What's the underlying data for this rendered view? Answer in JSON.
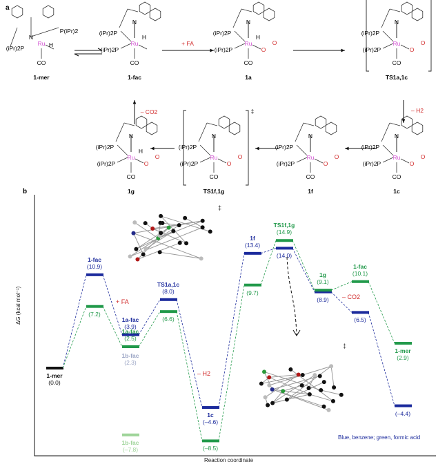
{
  "panel_a": {
    "label": "a",
    "compounds": [
      {
        "id": "1-mer",
        "label": "1-mer"
      },
      {
        "id": "1-fac",
        "label": "1-fac"
      },
      {
        "id": "1a",
        "label": "1a"
      },
      {
        "id": "ts1a1c",
        "label": "TS1a,1c"
      },
      {
        "id": "1c",
        "label": "1c"
      },
      {
        "id": "1f",
        "label": "1f"
      },
      {
        "id": "ts1f1g",
        "label": "TS1f,1g"
      },
      {
        "id": "1g",
        "label": "1g"
      }
    ],
    "arrow_labels": {
      "plus_fa": "+ FA",
      "minus_h2": "– H2",
      "minus_co2": "– CO2"
    },
    "atom_labels": {
      "ru": "Ru",
      "n": "N",
      "p_upper": "(iPr)2P",
      "p_lower": "(iPr)2P",
      "co": "CO",
      "h": "H",
      "o": "O",
      "c": "C",
      "p_mer": "P(iPr)2"
    },
    "ts_mark": "‡"
  },
  "panel_b": {
    "label": "b",
    "ylabel": "ΔG (kcal mol⁻¹)",
    "xlabel": "Reaction coordinate",
    "legend": "Blue, benzene;  green, formic acid",
    "annotations": {
      "plus_fa": "+ FA",
      "minus_h2": "– H2",
      "minus_co2": "– CO2",
      "ts_mark_1": "‡",
      "ts_mark_2": "‡"
    }
  },
  "colors": {
    "blue": "#1b2a9c",
    "green": "#21994a",
    "lightgreen": "#9fd49a",
    "black": "#111111",
    "red": "#d12a2a",
    "gray": "#9aa4c4"
  },
  "chart_data": {
    "type": "energy-profile",
    "ylabel": "ΔG (kcal mol⁻¹)",
    "xlabel": "Reaction coordinate",
    "series": [
      {
        "name": "benzene",
        "color": "blue",
        "points": [
          {
            "slot": 0,
            "label": "1-mer",
            "value": 0.0,
            "text": "(0.0)"
          },
          {
            "slot": 1,
            "label": "1-fac",
            "value": 10.9,
            "text": "(10.9)"
          },
          {
            "slot": 2,
            "label": "1a-fac",
            "value": 3.9,
            "text": "(3.9)"
          },
          {
            "slot": 3,
            "label": "TS1a,1c",
            "value": 8.0,
            "text": "(8.0)"
          },
          {
            "slot": 4,
            "label": "1c",
            "value": -4.6,
            "text": "(–4.6)"
          },
          {
            "slot": 5,
            "label": "1f",
            "value": 13.4,
            "text": "(13.4)"
          },
          {
            "slot": 6,
            "label": "",
            "value": 14.0,
            "text": "(14.0)"
          },
          {
            "slot": 7,
            "label": "",
            "value": 8.9,
            "text": "(8.9)"
          },
          {
            "slot": 8,
            "label": "",
            "value": 6.5,
            "text": "(6.5)"
          },
          {
            "slot": 9,
            "label": "",
            "value": -4.4,
            "text": "(–4.4)"
          }
        ]
      },
      {
        "name": "formic acid",
        "color": "green",
        "points": [
          {
            "slot": 0,
            "label": "",
            "value": 0.0,
            "text": ""
          },
          {
            "slot": 1,
            "label": "",
            "value": 7.2,
            "text": "(7.2)"
          },
          {
            "slot": 2,
            "label": "1a-fac",
            "value": 2.5,
            "text": "(2.5)"
          },
          {
            "slot": 3,
            "label": "",
            "value": 6.6,
            "text": "(6.6)"
          },
          {
            "slot": 4,
            "label": "",
            "value": -8.5,
            "text": "(–8.5)"
          },
          {
            "slot": 5,
            "label": "",
            "value": 9.7,
            "text": "(9.7)"
          },
          {
            "slot": 6,
            "label": "TS1f,1g",
            "value": 14.9,
            "text": "(14.9)"
          },
          {
            "slot": 7,
            "label": "1g",
            "value": 9.1,
            "text": "(9.1)"
          },
          {
            "slot": 8,
            "label": "1-fac",
            "value": 10.1,
            "text": "(10.1)"
          },
          {
            "slot": 9,
            "label": "1-mer",
            "value": 2.9,
            "text": "(2.9)"
          }
        ]
      }
    ],
    "extra_levels": [
      {
        "slot": 2,
        "label": "1b-fac",
        "value": 2.3,
        "text": "(2.3)",
        "color": "gray"
      },
      {
        "slot": 2,
        "label": "1b-fac",
        "value": -7.8,
        "text": "(–7.8)",
        "color": "lightgreen"
      }
    ]
  }
}
